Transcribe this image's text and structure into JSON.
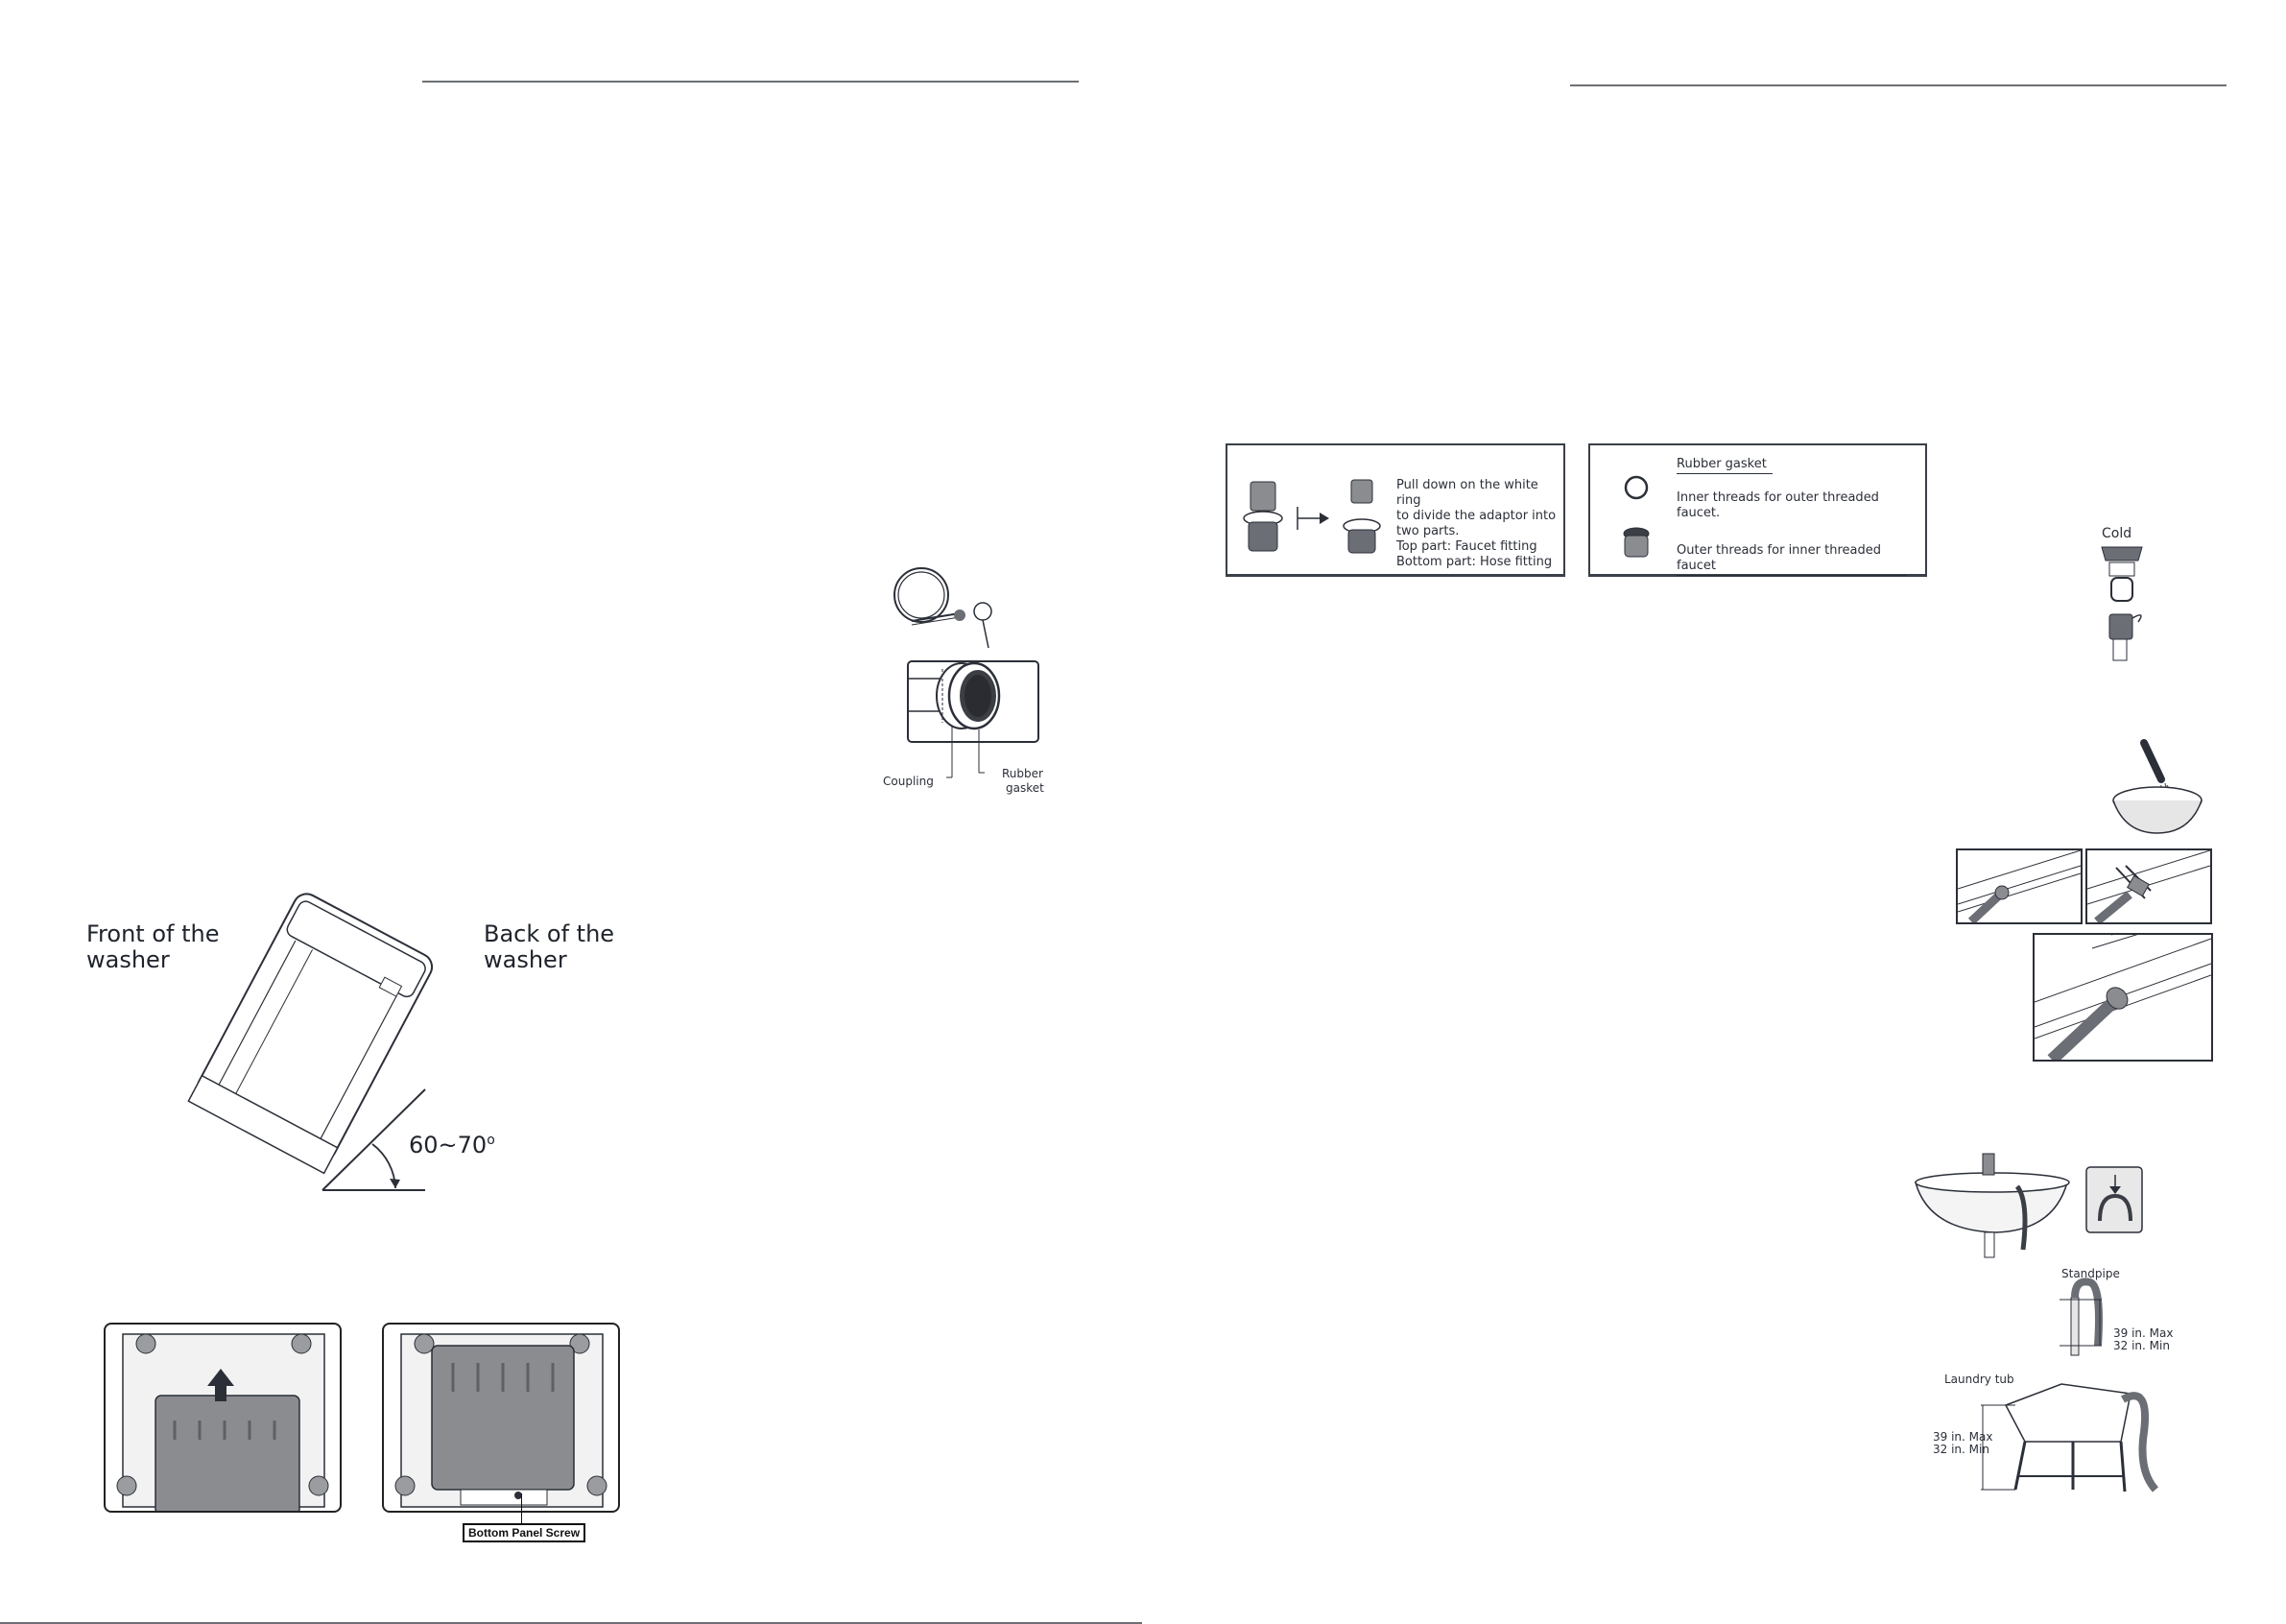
{
  "left_page": {
    "coupling_figure": {
      "coupling_label": "Coupling",
      "gasket_label_line1": "Rubber",
      "gasket_label_line2": "gasket"
    },
    "tilt_figure": {
      "front_label_line1": "Front of the",
      "front_label_line2": "washer",
      "back_label_line1": "Back of the",
      "back_label_line2": "washer",
      "angle_label": "60~70",
      "angle_unit": "o"
    },
    "bottom_panel_figure": {
      "screw_label": "Bottom Panel Screw"
    }
  },
  "right_page": {
    "adaptor_box": {
      "line1": "Pull down on the white ring",
      "line2": "to divide the adaptor into",
      "line3": "two parts.",
      "line4": "Top part: Faucet fitting",
      "line5": "Bottom part: Hose fitting"
    },
    "gasket_box": {
      "rubber_gasket": "Rubber gasket",
      "inner_threads": "Inner threads for outer threaded faucet.",
      "outer_threads": "Outer threads for inner threaded faucet"
    },
    "faucet_figure": {
      "cold_label": "Cold"
    },
    "drain_figure": {
      "standpipe_label": "Standpipe",
      "standpipe_max": "39 in. Max",
      "standpipe_min": "32 in. Min",
      "laundry_tub_label": "Laundry tub",
      "tub_max": "39 in. Max",
      "tub_min": "32 in. Min"
    }
  },
  "colors": {
    "ink": "#2b2f38",
    "rule": "#6d6f74",
    "panel_gray": "#8a8c90"
  }
}
